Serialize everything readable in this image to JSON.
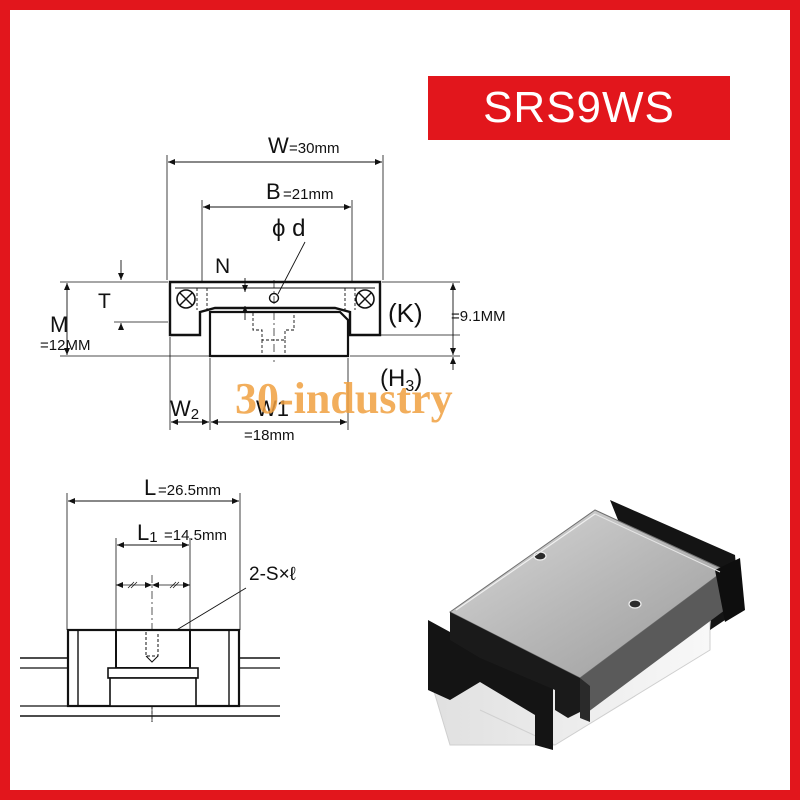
{
  "product": {
    "model": "SRS9WS",
    "watermark": "30-industry"
  },
  "section_view": {
    "W_letter": "W",
    "W_value": "=30mm",
    "B_letter": "B",
    "B_value": "=21mm",
    "d_label": "ϕ d",
    "N_label": "N",
    "T_label": "T",
    "M_label": "M",
    "M_value": "=12MM",
    "K_label": "(K)",
    "K_value": "=9.1MM",
    "H3_label": "(H",
    "H3_sub": "3",
    "H3_close": ")",
    "W2_label": "W",
    "W2_sub": "2",
    "W1_label": "W1",
    "W1_value": "=18mm"
  },
  "side_view": {
    "L_letter": "L",
    "L_value": "=26.5mm",
    "L1_letter": "L",
    "L1_sub": "1",
    "L1_value": "=14.5mm",
    "S_label": "2-S×ℓ"
  },
  "colors": {
    "frame": "#e2161c",
    "title_bg": "#e2161c",
    "watermark": "#f0a040"
  }
}
